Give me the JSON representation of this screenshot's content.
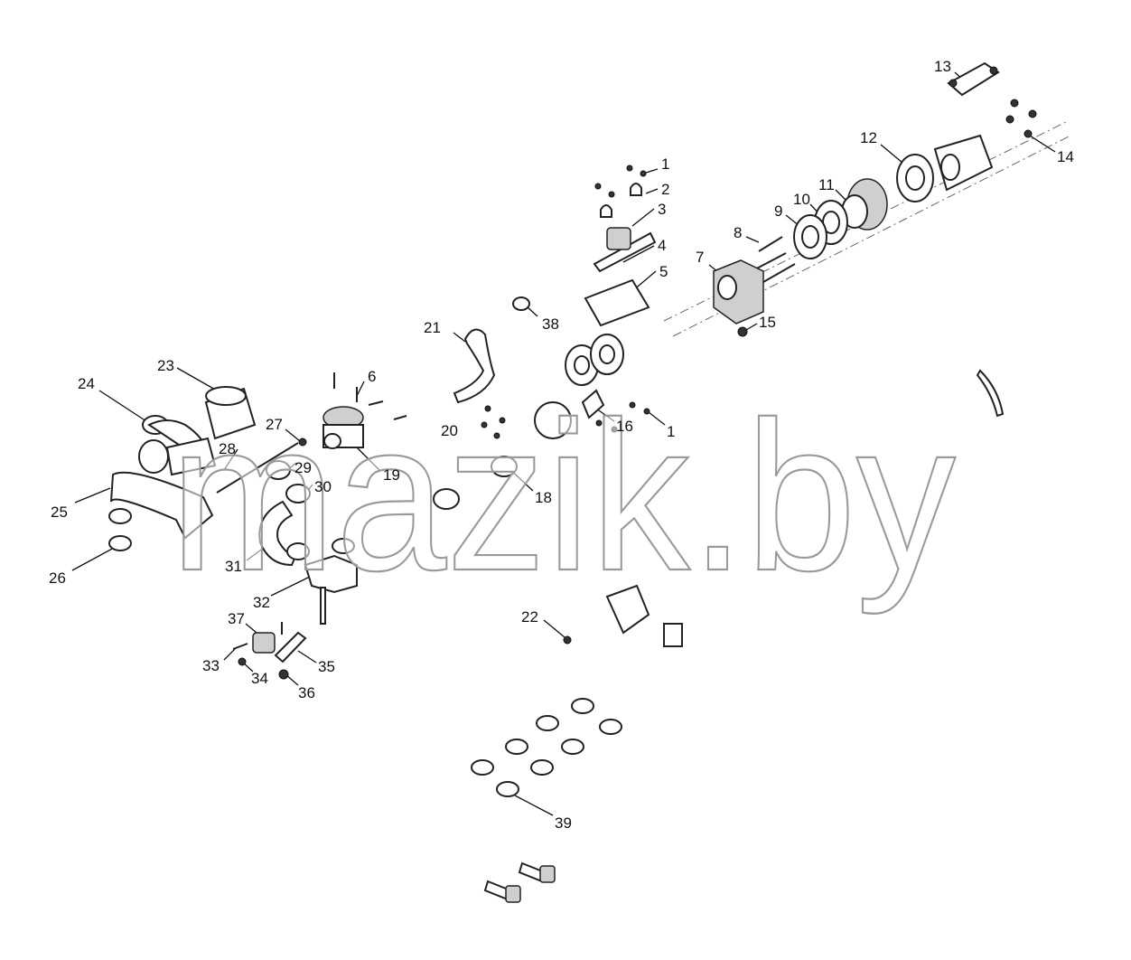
{
  "watermark": "mazik.by",
  "callouts": [
    {
      "id": "1",
      "label": "1"
    },
    {
      "id": "2",
      "label": "2"
    },
    {
      "id": "3",
      "label": "3"
    },
    {
      "id": "4",
      "label": "4"
    },
    {
      "id": "5",
      "label": "5"
    },
    {
      "id": "6",
      "label": "6"
    },
    {
      "id": "7",
      "label": "7"
    },
    {
      "id": "8",
      "label": "8"
    },
    {
      "id": "9",
      "label": "9"
    },
    {
      "id": "10",
      "label": "10"
    },
    {
      "id": "11",
      "label": "11"
    },
    {
      "id": "12",
      "label": "12"
    },
    {
      "id": "13",
      "label": "13"
    },
    {
      "id": "14",
      "label": "14"
    },
    {
      "id": "15",
      "label": "15"
    },
    {
      "id": "16",
      "label": "16"
    },
    {
      "id": "17",
      "label": "1"
    },
    {
      "id": "18",
      "label": "18"
    },
    {
      "id": "19",
      "label": "19"
    },
    {
      "id": "20",
      "label": "20"
    },
    {
      "id": "21",
      "label": "21"
    },
    {
      "id": "22",
      "label": "22"
    },
    {
      "id": "23",
      "label": "23"
    },
    {
      "id": "24",
      "label": "24"
    },
    {
      "id": "25",
      "label": "25"
    },
    {
      "id": "26",
      "label": "26"
    },
    {
      "id": "27",
      "label": "27"
    },
    {
      "id": "28",
      "label": "28"
    },
    {
      "id": "29",
      "label": "29"
    },
    {
      "id": "30",
      "label": "30"
    },
    {
      "id": "31",
      "label": "31"
    },
    {
      "id": "32",
      "label": "32"
    },
    {
      "id": "33",
      "label": "33"
    },
    {
      "id": "34",
      "label": "34"
    },
    {
      "id": "35",
      "label": "35"
    },
    {
      "id": "36",
      "label": "36"
    },
    {
      "id": "37",
      "label": "37"
    },
    {
      "id": "38",
      "label": "38"
    },
    {
      "id": "39",
      "label": "39"
    }
  ]
}
